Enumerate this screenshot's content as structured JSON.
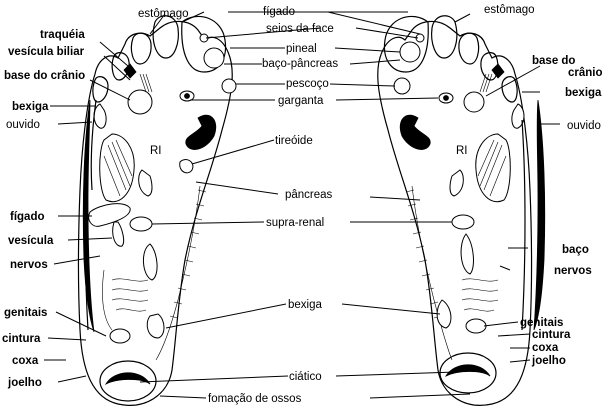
{
  "labels": {
    "figado_top": "fígado",
    "estomago_left": "estômago",
    "estomago_right": "estômago",
    "seios_da_face": "seios da face",
    "traqueia": "traquéia",
    "vesicula_biliar": "vesícula biliar",
    "pineal": "pineal",
    "baco_pancreas": "baço-pâncreas",
    "base_do_cranio_left": "base do crânio",
    "base_do": "base do",
    "cranio": "crânio",
    "pescoco": "pescoço",
    "garganta": "garganta",
    "bexiga_left": "bexiga",
    "bexiga_right": "bexiga",
    "ouvido_left": "ouvido",
    "ouvido_right": "ouvido",
    "tireoide": "tireóide",
    "pancreas": "pâncreas",
    "figado_left": "fígado",
    "supra_renal": "supra-renal",
    "vesicula": "vesícula",
    "baco": "baço",
    "nervos_left": "nervos",
    "nervos_right": "nervos",
    "genitais_left": "genitais",
    "genitais_right": "genitais",
    "bexiga_center": "bexiga",
    "cintura_left": "cintura",
    "cintura_right": "cintura",
    "coxa_left": "coxa",
    "coxa_right": "coxa",
    "joelho_left": "joelho",
    "joelho_right": "joelho",
    "ciatico": "ciático",
    "formacao_de_ossos": "fomação de ossos",
    "ri_left": "RI",
    "ri_right": "RI"
  }
}
